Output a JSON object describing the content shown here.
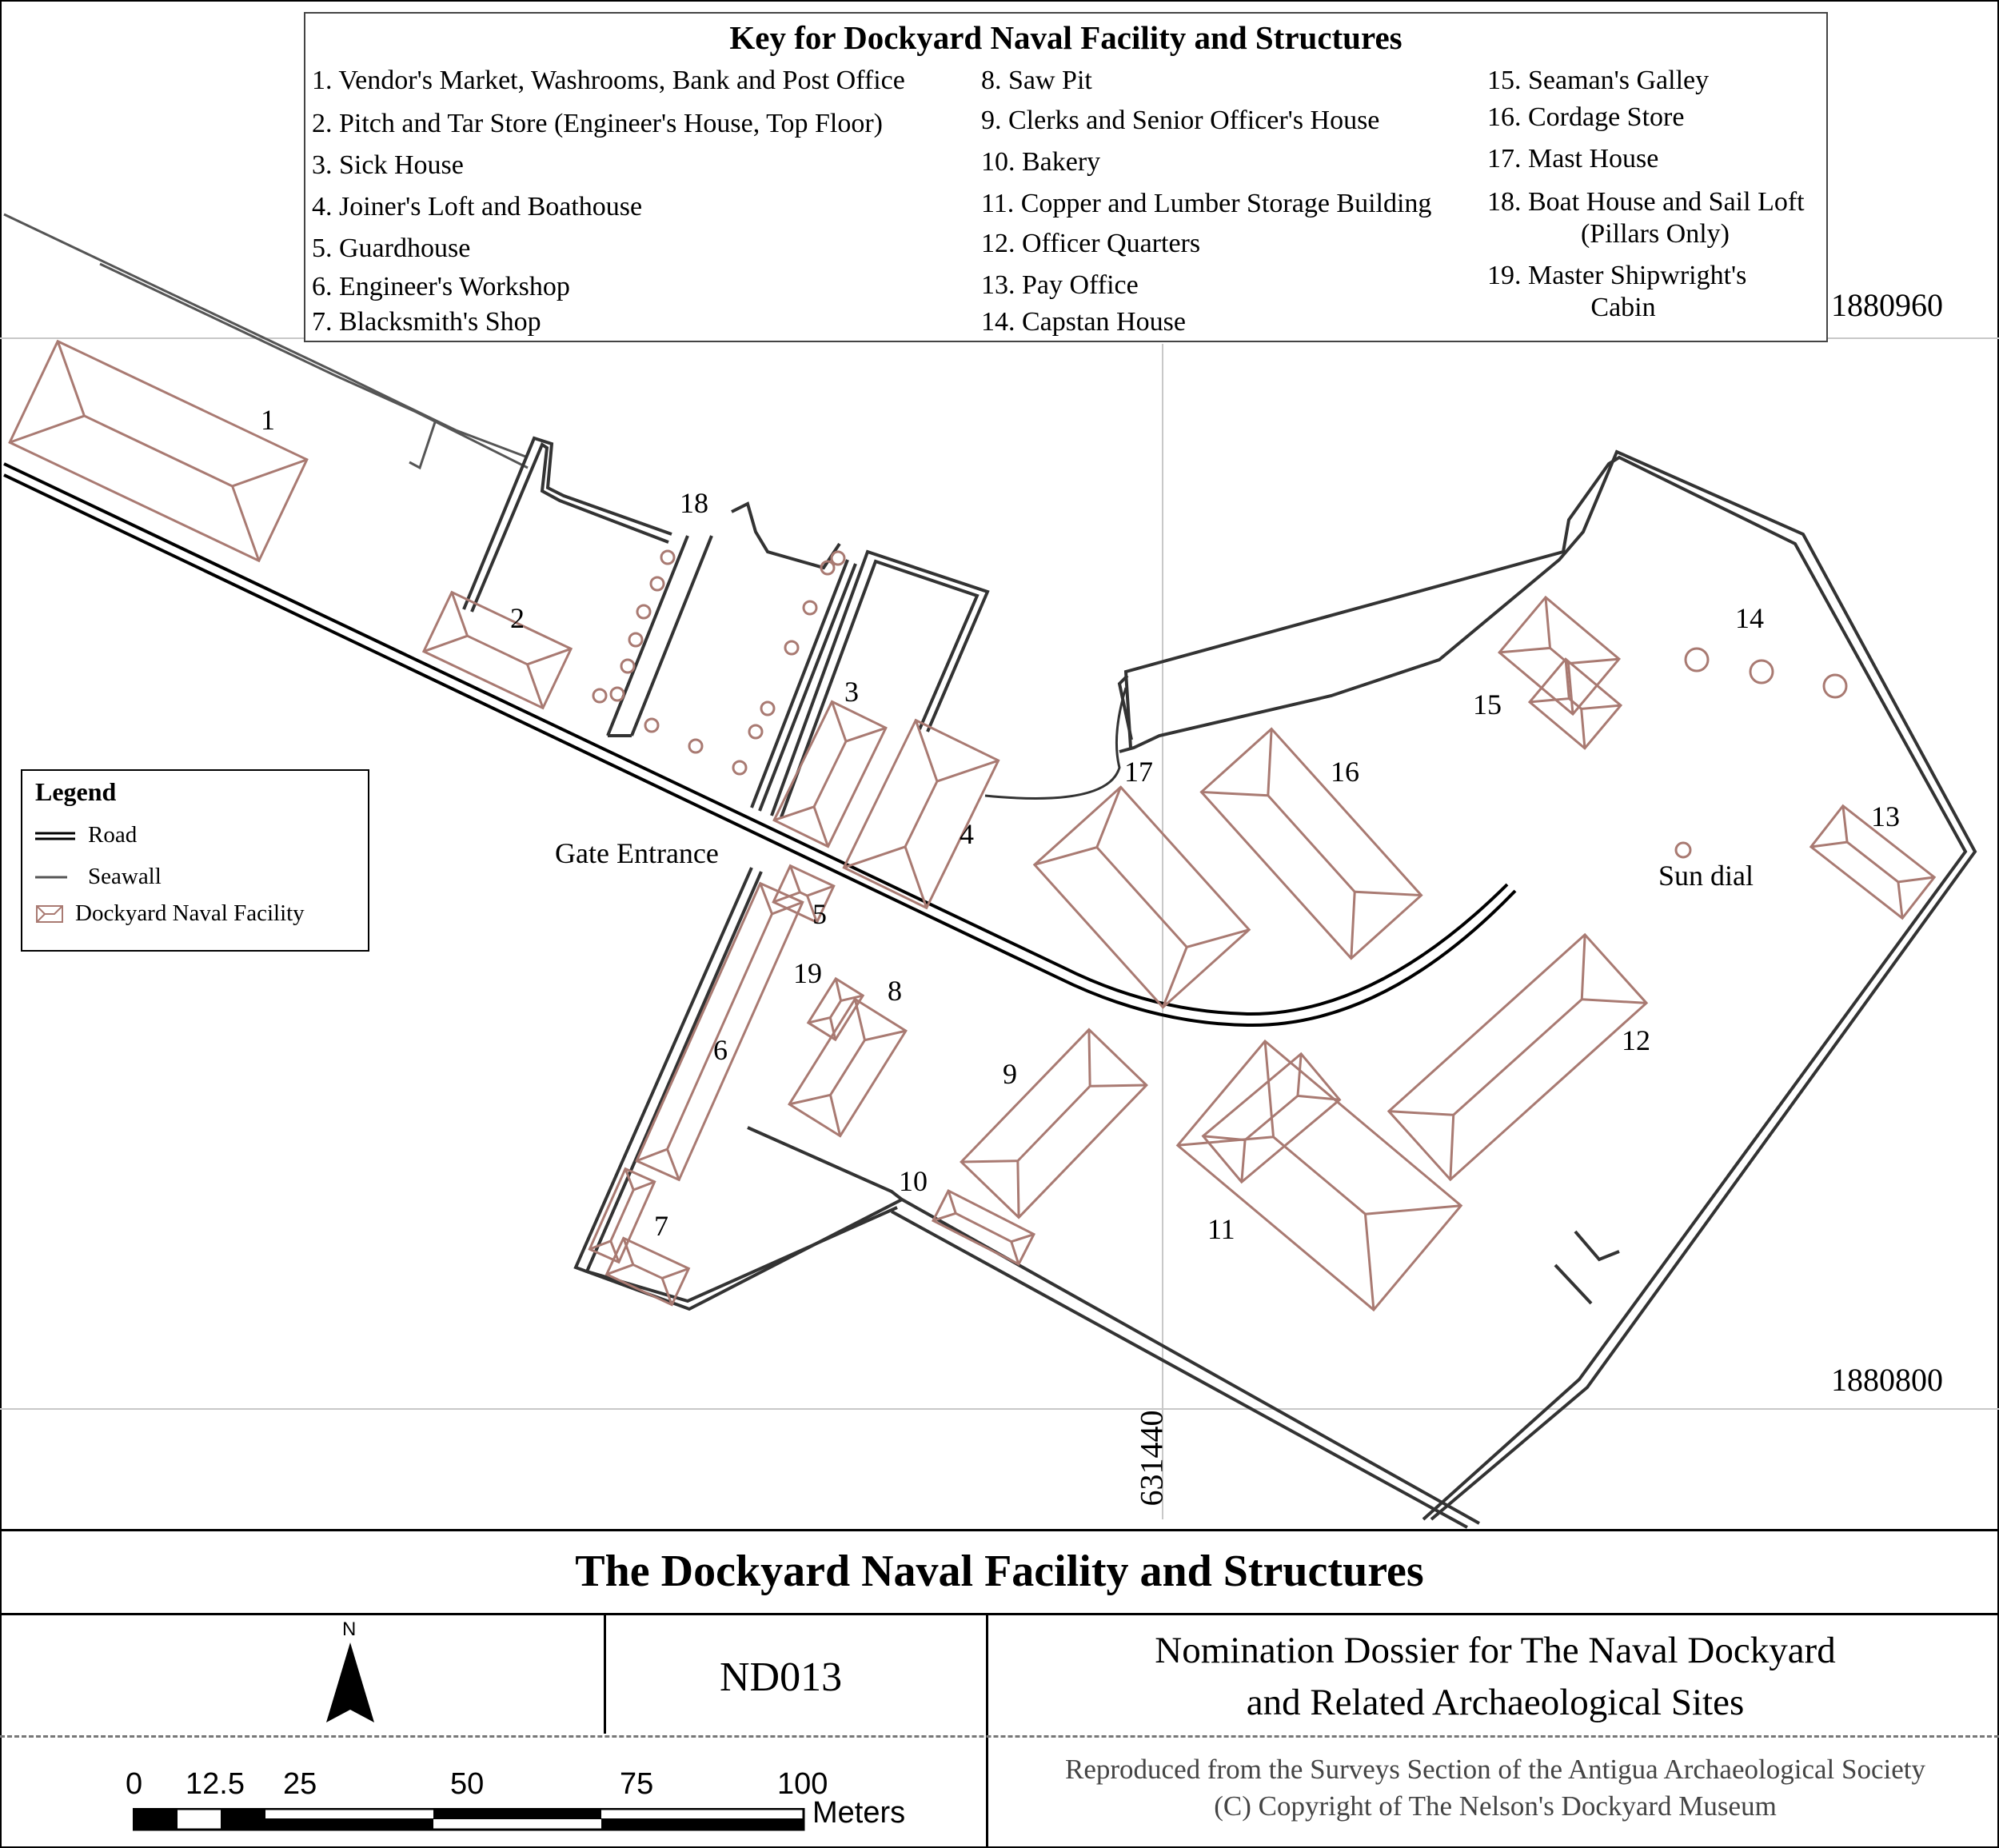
{
  "key": {
    "title": "Key for Dockyard Naval Facility and Structures",
    "col1": [
      "1. Vendor's Market, Washrooms, Bank and Post Office",
      "2.  Pitch and Tar Store (Engineer's House, Top Floor)",
      "3.  Sick House",
      "4. Joiner's Loft and Boathouse",
      "5. Guardhouse",
      "6. Engineer's Workshop",
      "7. Blacksmith's Shop"
    ],
    "col2": [
      "8. Saw Pit",
      "9. Clerks and Senior Officer's House",
      "10. Bakery",
      "11. Copper and Lumber Storage Building",
      "12. Officer Quarters",
      "13. Pay Office",
      "14.  Capstan House"
    ],
    "col3": [
      "15. Seaman's Galley",
      "16. Cordage Store",
      "17. Mast House",
      "18. Boat House and Sail Loft",
      "(Pillars Only)",
      "19. Master Shipwright's",
      "Cabin"
    ]
  },
  "coords": {
    "north_top": "1880960",
    "north_bottom": "1880800",
    "east": "631440"
  },
  "map_labels": {
    "n1": "1",
    "n2": "2",
    "n3": "3",
    "n4": "4",
    "n5": "5",
    "n6": "6",
    "n7": "7",
    "n8": "8",
    "n9": "9",
    "n10": "10",
    "n11": "11",
    "n12": "12",
    "n13": "13",
    "n14": "14",
    "n15": "15",
    "n16": "16",
    "n17": "17",
    "n18": "18",
    "n19": "19",
    "gate": "Gate Entrance",
    "sundial": "Sun dial"
  },
  "legend": {
    "title": "Legend",
    "road": "Road",
    "seawall": "Seawall",
    "facility": "Dockyard Naval Facility"
  },
  "title": "The Dockyard Naval Facility and Structures",
  "footer": {
    "north_label": "N",
    "code": "ND013",
    "dossier_line1": "Nomination Dossier for The Naval Dockyard",
    "dossier_line2": "and Related Archaeological Sites",
    "repro_line1": "Reproduced from the Surveys Section of the Antigua Archaeological Society",
    "repro_line2": "(C) Copyright of The Nelson's Dockyard Museum",
    "scale_ticks": [
      "0",
      "12.5",
      "25",
      "50",
      "75",
      "100"
    ],
    "scale_unit": "Meters"
  },
  "colors": {
    "building": "#a97a72",
    "wall": "#333333",
    "grid": "#c8c8c8"
  }
}
